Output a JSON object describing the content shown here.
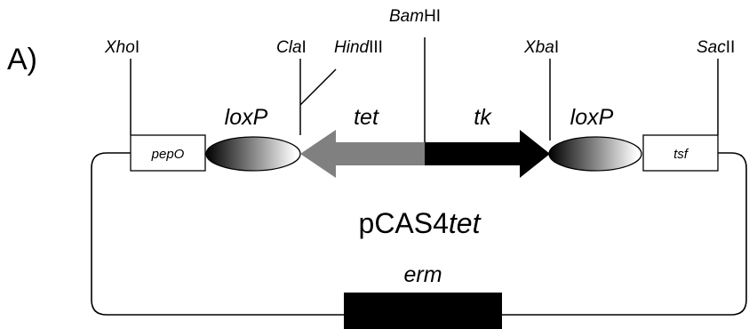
{
  "panel_label": "A)",
  "plasmid_name": {
    "prefix": "pCAS4",
    "suffix": "tet"
  },
  "restriction_sites": [
    {
      "italic": "Xho",
      "roman": "I"
    },
    {
      "italic": "Cla",
      "roman": "I"
    },
    {
      "italic": "Hind",
      "roman": "III"
    },
    {
      "italic": "Bam",
      "roman": "HI"
    },
    {
      "italic": "Xba",
      "roman": "I"
    },
    {
      "italic": "Sac",
      "roman": "II"
    }
  ],
  "genes": {
    "loxp_left": "loxP",
    "tet": "tet",
    "tk": "tk",
    "loxp_right": "loxP",
    "erm": "erm"
  },
  "boxes": {
    "pepo": "pepO",
    "tsf": "tsf"
  },
  "colors": {
    "tet_arrow": "#808080",
    "tk_arrow": "#000000",
    "erm_block": "#000000",
    "loxp_gradient_dark": "#000000",
    "loxp_gradient_light": "#ffffff"
  }
}
